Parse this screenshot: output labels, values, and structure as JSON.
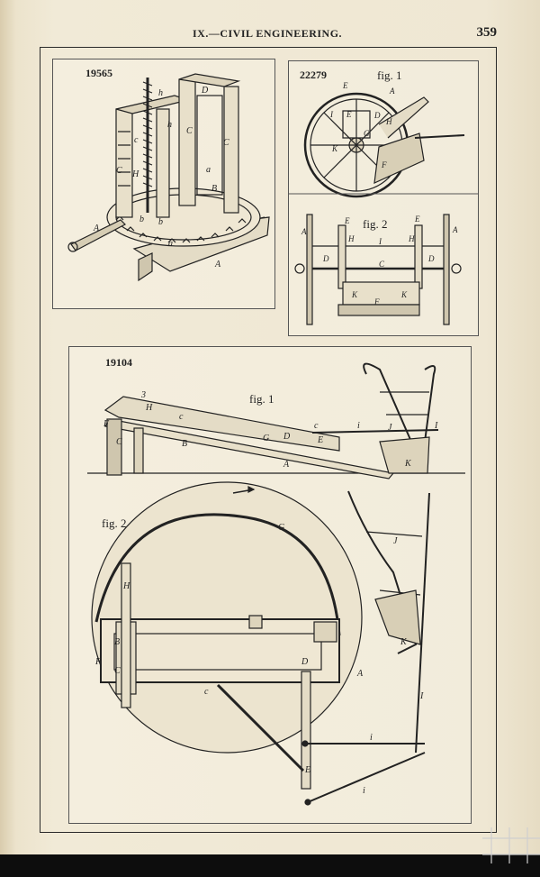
{
  "header": {
    "title": "IX.—CIVIL ENGINEERING.",
    "page_number": "359"
  },
  "figures": {
    "f19565": {
      "number": "19565"
    },
    "f22279": {
      "number": "22279",
      "fig1_label": "fig. 1",
      "fig2_label": "fig. 2"
    },
    "f19104": {
      "number": "19104",
      "fig1_label": "fig. 1",
      "fig2_label": "fig. 2"
    }
  }
}
